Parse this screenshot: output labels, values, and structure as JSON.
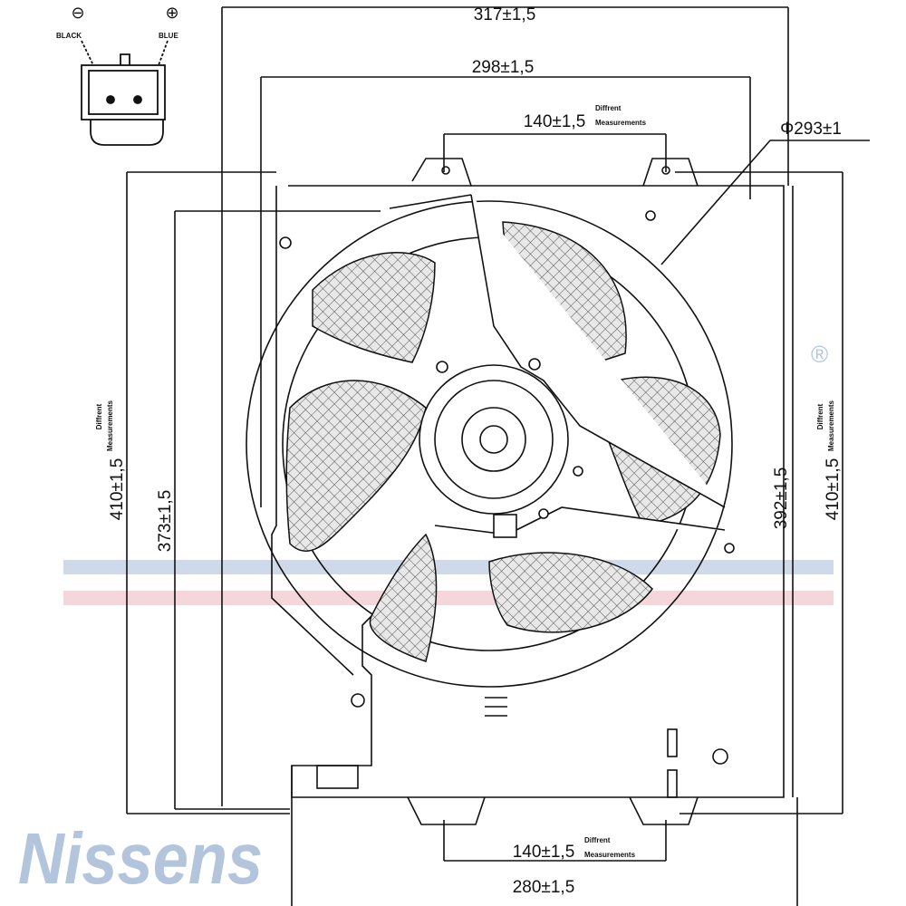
{
  "watermark": {
    "text": "Nissens",
    "registered": "®",
    "stripe_colors": [
      "#b9cbe0",
      "#f0c4cc"
    ]
  },
  "connector": {
    "negative_symbol": "⊖",
    "positive_symbol": "⊕",
    "negative_label": "BLACK",
    "positive_label": "BLUE"
  },
  "dimensions": {
    "overall_width": "317±1,5",
    "shroud_width": "298±1,5",
    "top_mount_spacing": "140±1,5",
    "fan_diameter": "Φ293±1",
    "left_height": "410±1,5",
    "inner_height": "373±1,5",
    "right_inner_height": "392±1,5",
    "right_height": "410±1,5",
    "bottom_mount_spacing": "140±1,5",
    "bottom_width": "280±1,5",
    "note_line1": "Diffrent",
    "note_line2": "Measurements"
  }
}
